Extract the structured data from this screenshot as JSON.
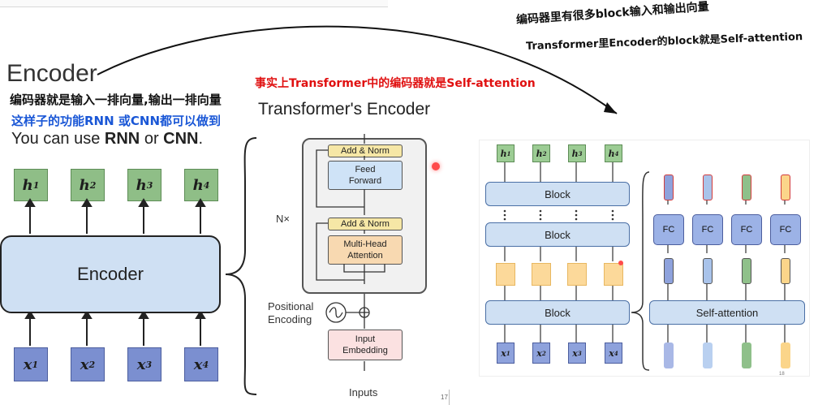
{
  "left_slide": {
    "title": "Encoder",
    "note_black": "编码器就是输入一排向量,输出一排向量",
    "note_blue": "这样子的功能RNN 或CNN都可以做到",
    "subtitle_prefix": "You can use ",
    "subtitle_rnn": "RNN",
    "subtitle_or": " or ",
    "subtitle_cnn": "CNN",
    "subtitle_suffix": ".",
    "outputs": [
      "h1",
      "h2",
      "h3",
      "h4"
    ],
    "inputs": [
      "x1",
      "x2",
      "x3",
      "x4"
    ],
    "encoder_label": "Encoder"
  },
  "middle_slide": {
    "note_red": "事实上Transformer中的编码器就是Self-attention",
    "title": "Transformer's Encoder",
    "add_norm_top": "Add & Norm",
    "feed_forward_line1": "Feed",
    "feed_forward_line2": "Forward",
    "add_norm_bottom": "Add & Norm",
    "mha_line1": "Multi-Head",
    "mha_line2": "Attention",
    "nx_label": "N×",
    "positional_line1": "Positional",
    "positional_line2": "Encoding",
    "input_emb_line1": "Input",
    "input_emb_line2": "Embedding",
    "inputs_label": "Inputs",
    "page_number": "17"
  },
  "right_slide": {
    "note_line1": "编码器里有很多block输入和输出向量",
    "note_line2": "Transformer里Encoder的block就是Self-attention",
    "outputs": [
      "h1",
      "h2",
      "h3",
      "h4"
    ],
    "inputs": [
      "x1",
      "x2",
      "x3",
      "x4"
    ],
    "block_label_top": "Block",
    "block_label_mid": "Block",
    "block_label_bottom": "Block",
    "fc_labels": [
      "FC",
      "FC",
      "FC",
      "FC"
    ],
    "self_attention_label": "Self-attention",
    "page_number": "18",
    "vector_colors": [
      "#8ea2dc",
      "#a9c3ea",
      "#8fc08a",
      "#fbd58a"
    ]
  },
  "superscripts": [
    "1",
    "2",
    "3",
    "4"
  ]
}
